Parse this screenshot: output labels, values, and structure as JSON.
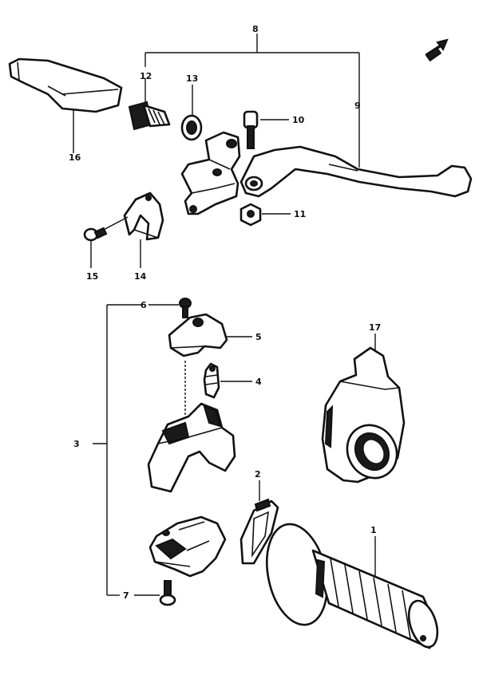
{
  "labels": {
    "p1": "1",
    "p2": "2",
    "p3": "3",
    "p4": "4",
    "p5": "5",
    "p6": "6",
    "p7": "7",
    "p8": "8",
    "p9": "9",
    "p10": "10",
    "p11": "11",
    "p12": "12",
    "p13": "13",
    "p14": "14",
    "p15": "15",
    "p16": "16",
    "p17": "17"
  },
  "icons": [
    "front-direction-arrow-icon"
  ]
}
